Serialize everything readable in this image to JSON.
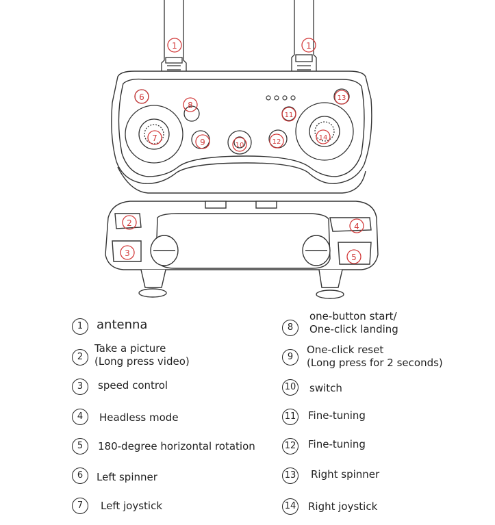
{
  "callouts": [
    "1",
    "2",
    "3",
    "4",
    "5",
    "6",
    "7",
    "8",
    "9",
    "10",
    "11",
    "12",
    "13",
    "14"
  ],
  "colors": {
    "callout": "#d23a3a",
    "line": "#333333"
  },
  "legend": [
    {
      "num": "1",
      "line1": "antenna",
      "line2": ""
    },
    {
      "num": "2",
      "line1": "Take a picture",
      "line2": "(Long press video)"
    },
    {
      "num": "3",
      "line1": "speed control",
      "line2": ""
    },
    {
      "num": "4",
      "line1": "Headless mode",
      "line2": ""
    },
    {
      "num": "5",
      "line1": "180-degree horizontal rotation",
      "line2": ""
    },
    {
      "num": "6",
      "line1": "Left spinner",
      "line2": ""
    },
    {
      "num": "7",
      "line1": "Left joystick",
      "line2": ""
    },
    {
      "num": "8",
      "line1": "one-button start/",
      "line2": "One-click landing"
    },
    {
      "num": "9",
      "line1": "One-click reset",
      "line2": "(Long press for 2 seconds)"
    },
    {
      "num": "10",
      "line1": "switch",
      "line2": ""
    },
    {
      "num": "11",
      "line1": "Fine-tuning",
      "line2": ""
    },
    {
      "num": "12",
      "line1": "Fine-tuning",
      "line2": ""
    },
    {
      "num": "13",
      "line1": "Right spinner",
      "line2": ""
    },
    {
      "num": "14",
      "line1": "Right joystick",
      "line2": ""
    }
  ]
}
